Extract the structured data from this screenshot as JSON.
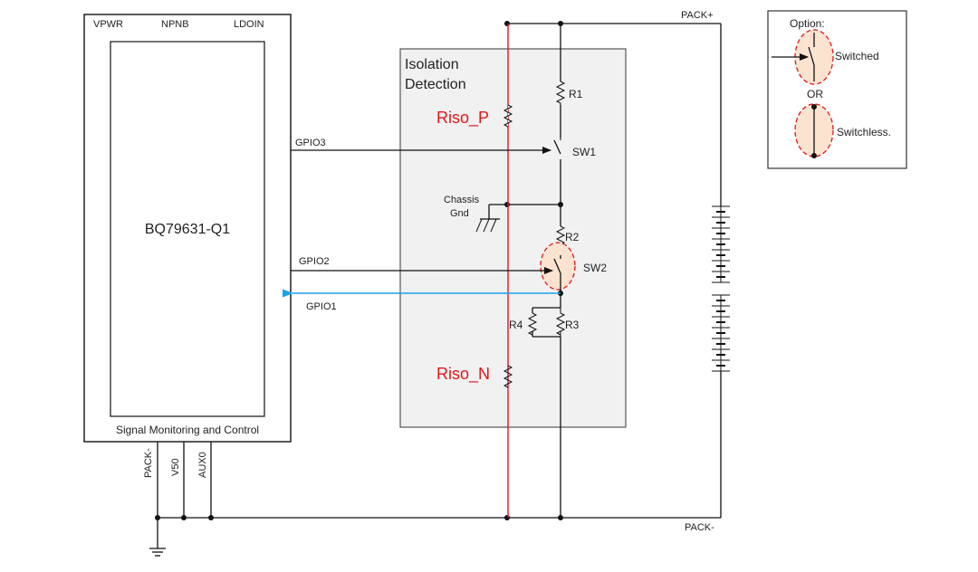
{
  "colors": {
    "isolation_fill": "#f1f1f1",
    "isolation_stroke": "#555555",
    "riso_line": "#e0171c",
    "riso_label": "#e0171c",
    "gpio1_arrow": "#1aa3e8",
    "switch_highlight_fill": "#fbe3d0",
    "switch_highlight_stroke": "#e0171c"
  },
  "ic": {
    "pins_top": [
      "VPWR",
      "NPNB",
      "LDOIN"
    ],
    "name": "BQ79631-Q1",
    "footer": "Signal Monitoring and Control",
    "pins_bottom": [
      "PACK-",
      "V50",
      "AUX0"
    ]
  },
  "gpio": {
    "gpio3": "GPIO3",
    "gpio2": "GPIO2",
    "gpio1": "GPIO1"
  },
  "isolation": {
    "title_line1": "Isolation",
    "title_line2": "Detection",
    "riso_p": "Riso_P",
    "riso_n": "Riso_N",
    "chassis_line1": "Chassis",
    "chassis_line2": "Gnd"
  },
  "components": {
    "r1": "R1",
    "sw1": "SW1",
    "r2": "R2",
    "sw2": "SW2",
    "r3": "R3",
    "r4": "R4"
  },
  "pack": {
    "plus": "PACK+",
    "minus": "PACK-"
  },
  "option": {
    "title": "Option:",
    "switched": "Switched",
    "or": "OR",
    "switchless": "Switchless."
  }
}
